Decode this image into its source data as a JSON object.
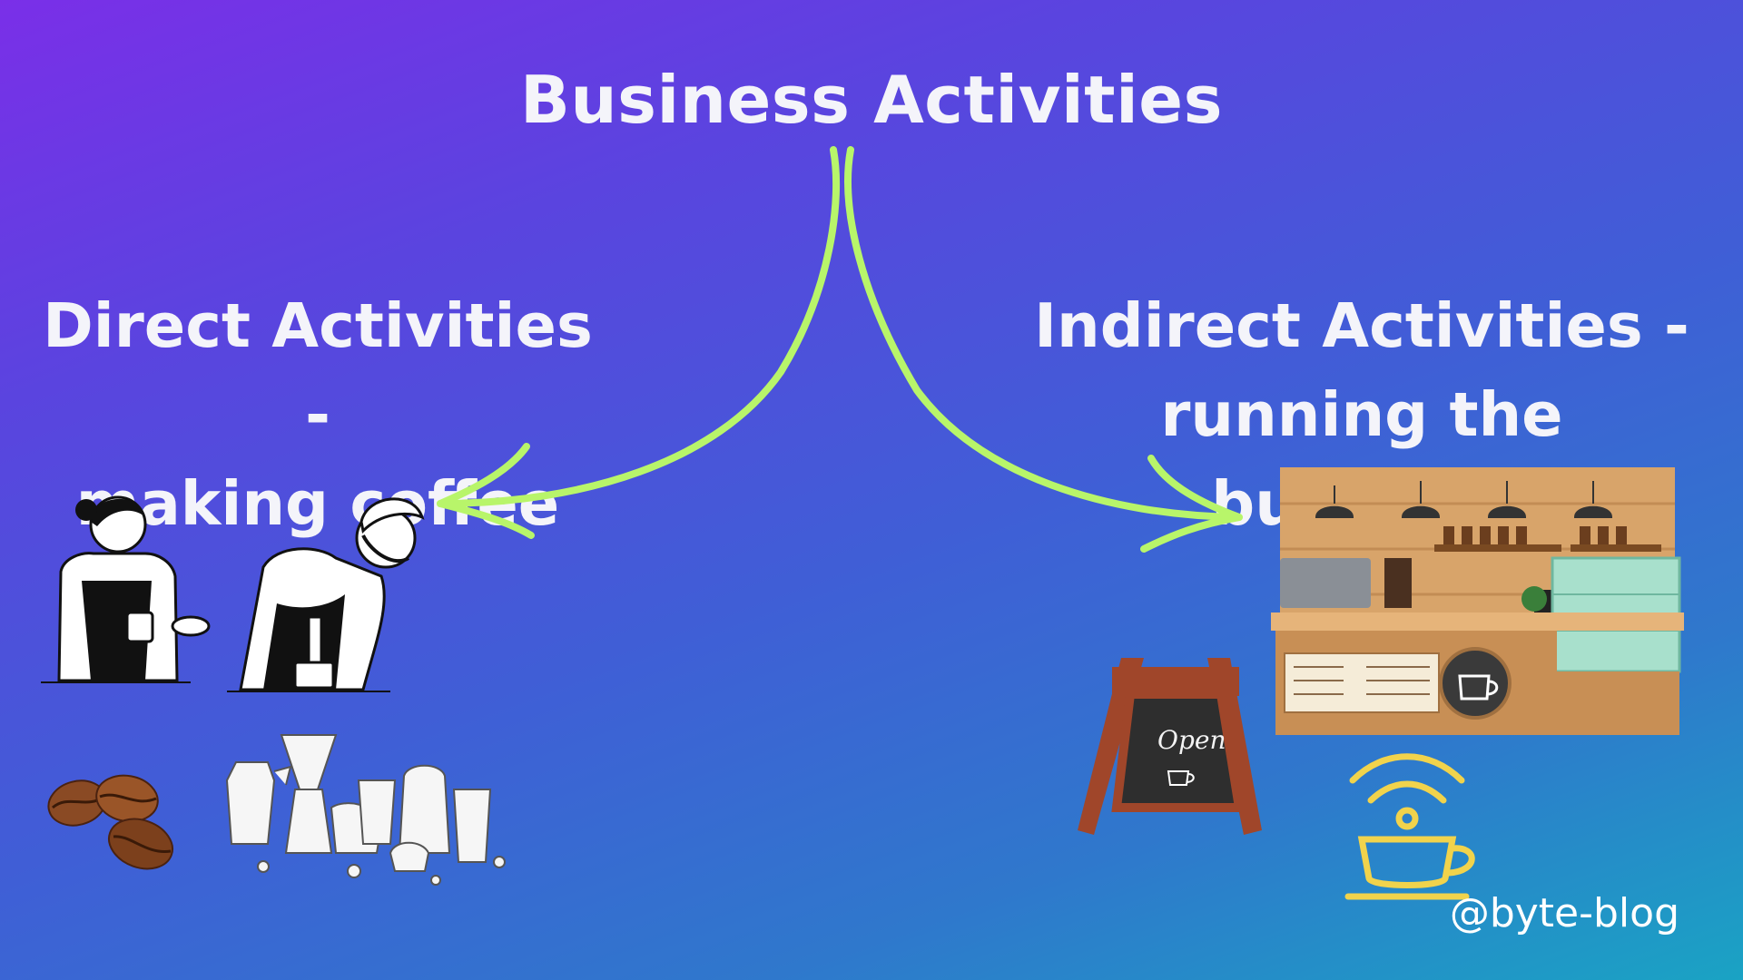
{
  "title": "Business Activities",
  "left_branch": {
    "line1": "Direct Activities -",
    "line2": "making coffee"
  },
  "right_branch": {
    "line1": "Indirect Activities -",
    "line2": "running the business"
  },
  "sign_text": "Open",
  "handle": "@byte-blog",
  "colors": {
    "arrow": "#b8f56a",
    "text": "#f4f4fa",
    "wifi_cup": "#f1d34c"
  },
  "icons": [
    "barista-woman-icon",
    "barista-man-icon",
    "coffee-beans-icon",
    "coffee-equipment-icon",
    "cafe-counter-icon",
    "open-sign-icon",
    "wifi-coffee-cup-icon"
  ]
}
